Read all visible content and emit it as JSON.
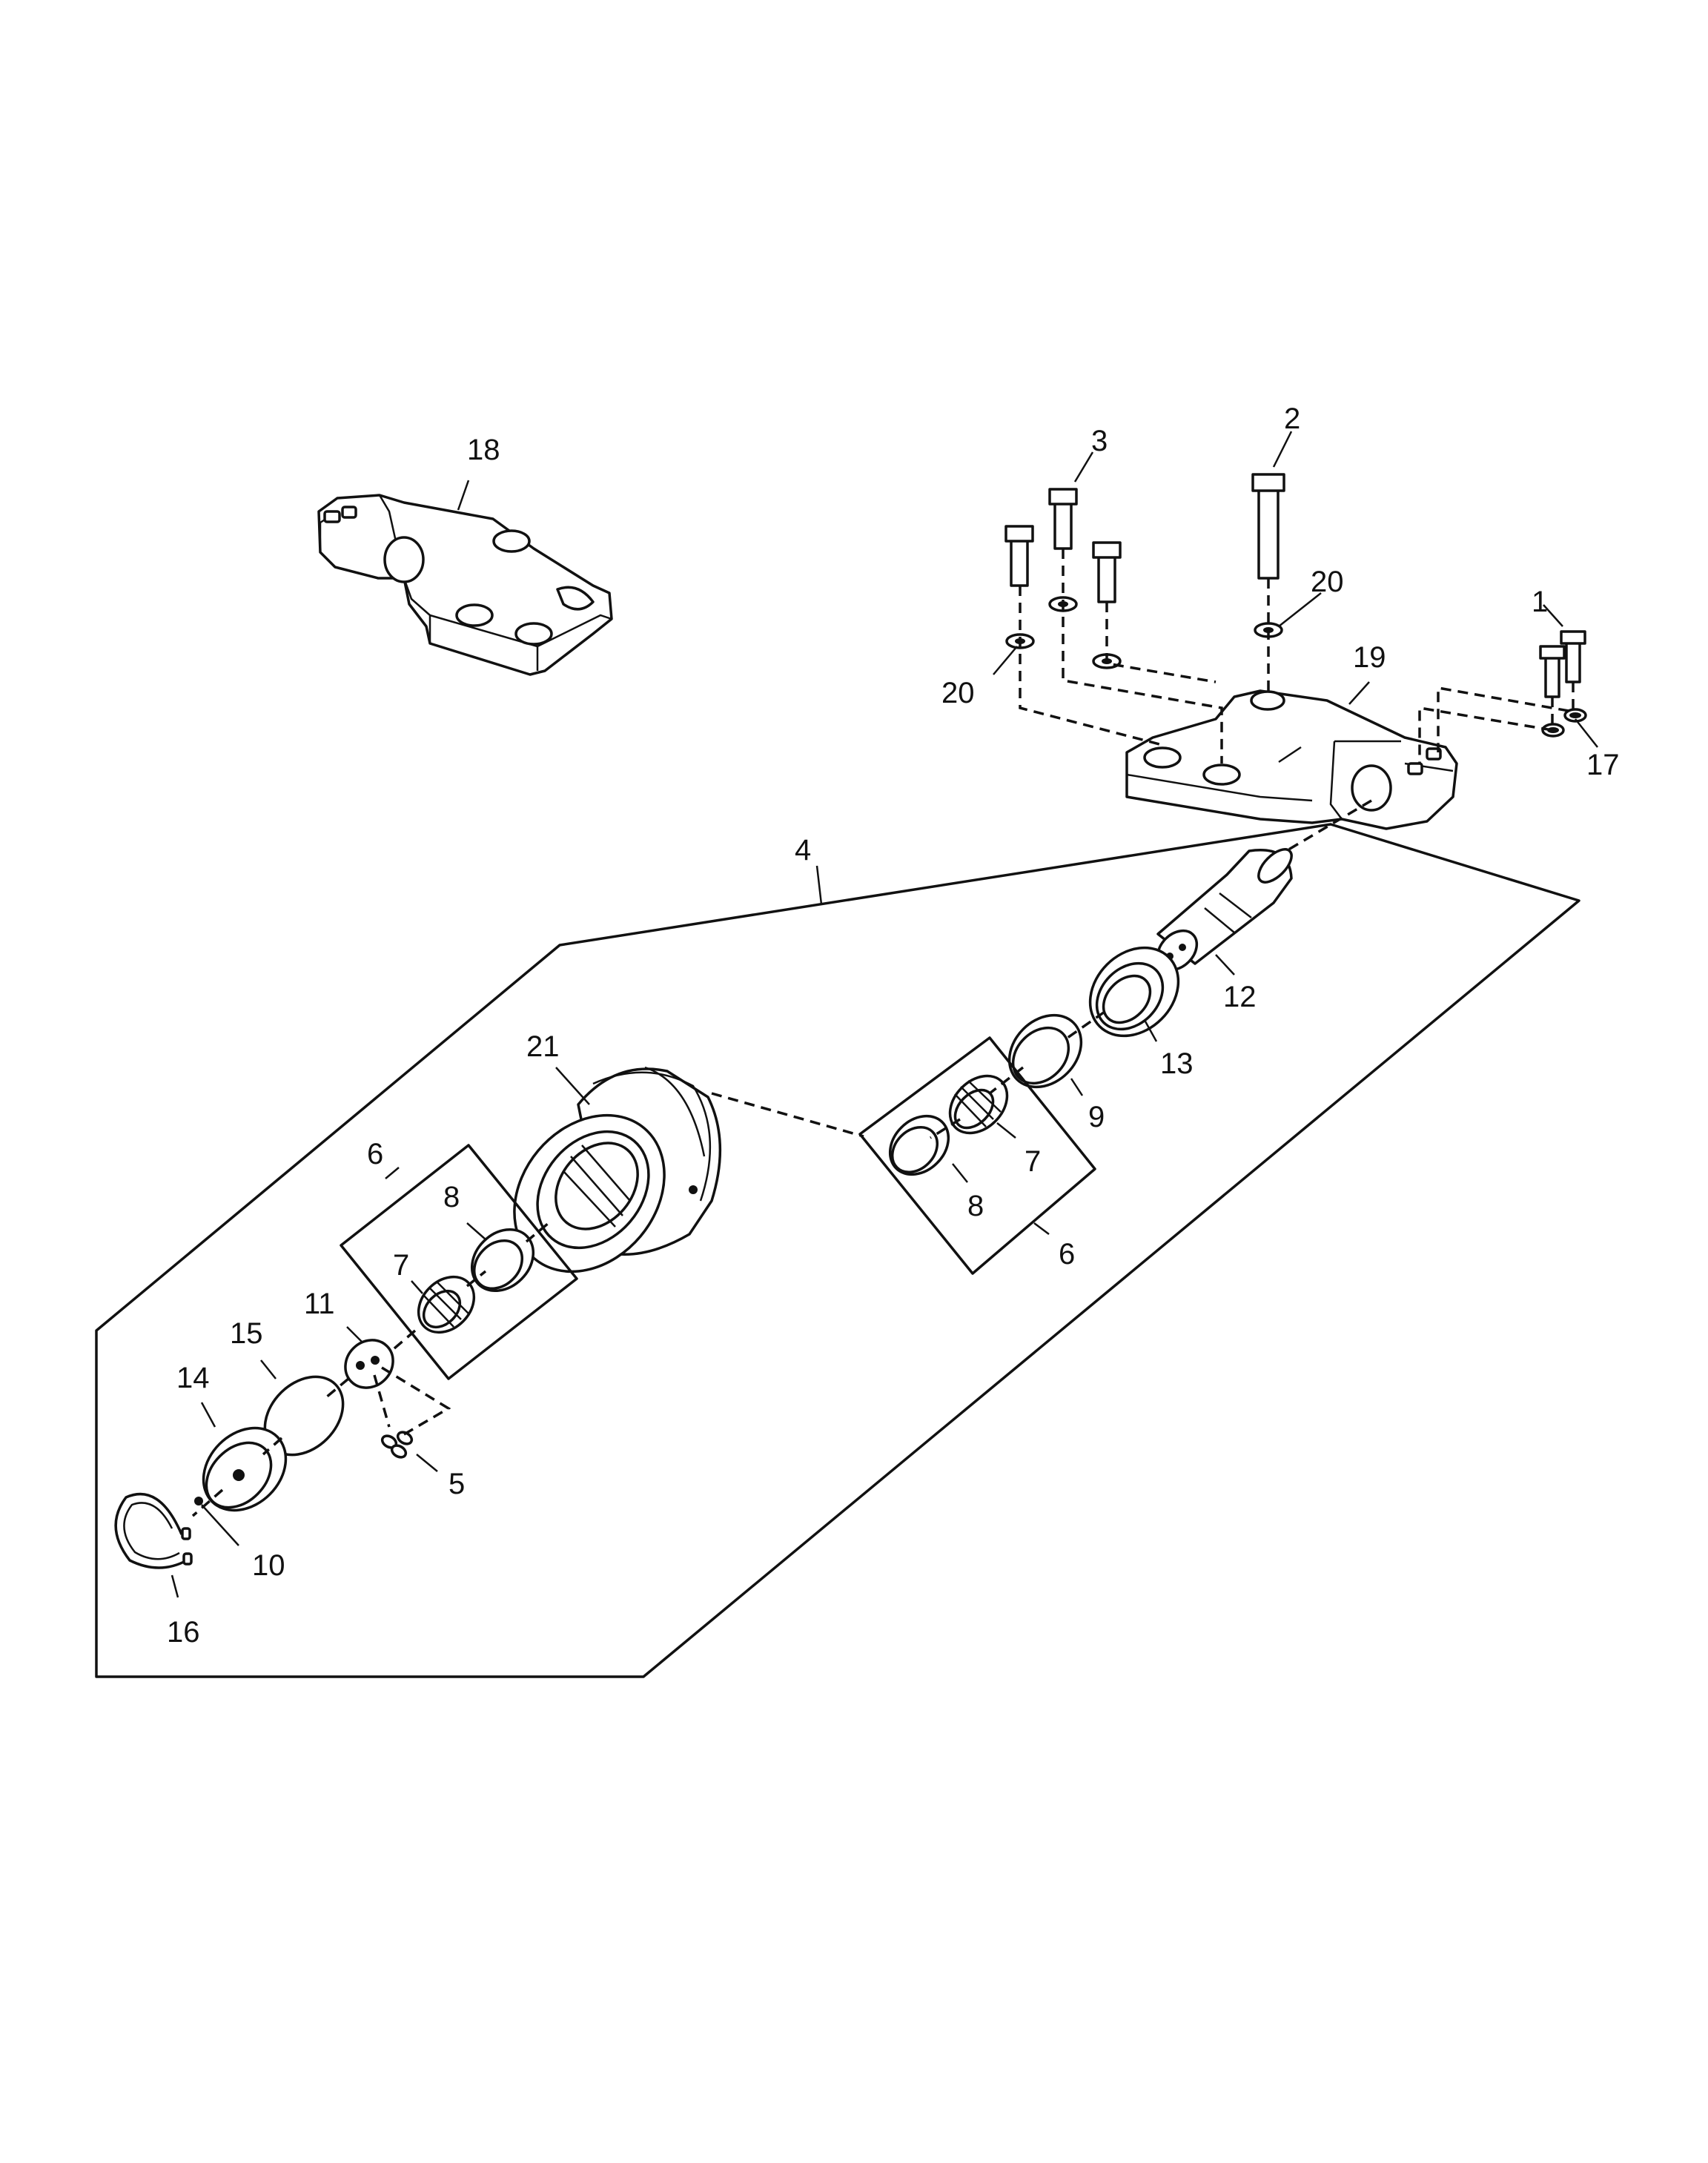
{
  "callouts": [
    {
      "id": "c1",
      "text": "1"
    },
    {
      "id": "c2",
      "text": "2"
    },
    {
      "id": "c3",
      "text": "3"
    },
    {
      "id": "c4",
      "text": "4"
    },
    {
      "id": "c5",
      "text": "5"
    },
    {
      "id": "c6a",
      "text": "6"
    },
    {
      "id": "c6b",
      "text": "6"
    },
    {
      "id": "c7a",
      "text": "7"
    },
    {
      "id": "c7b",
      "text": "7"
    },
    {
      "id": "c8a",
      "text": "8"
    },
    {
      "id": "c8b",
      "text": "8"
    },
    {
      "id": "c9",
      "text": "9"
    },
    {
      "id": "c10",
      "text": "10"
    },
    {
      "id": "c11",
      "text": "11"
    },
    {
      "id": "c12",
      "text": "12"
    },
    {
      "id": "c13",
      "text": "13"
    },
    {
      "id": "c14",
      "text": "14"
    },
    {
      "id": "c15",
      "text": "15"
    },
    {
      "id": "c16",
      "text": "16"
    },
    {
      "id": "c17",
      "text": "17"
    },
    {
      "id": "c18",
      "text": "18"
    },
    {
      "id": "c19",
      "text": "19"
    },
    {
      "id": "c20a",
      "text": "20"
    },
    {
      "id": "c20b",
      "text": "20"
    },
    {
      "id": "c21",
      "text": "21"
    }
  ]
}
